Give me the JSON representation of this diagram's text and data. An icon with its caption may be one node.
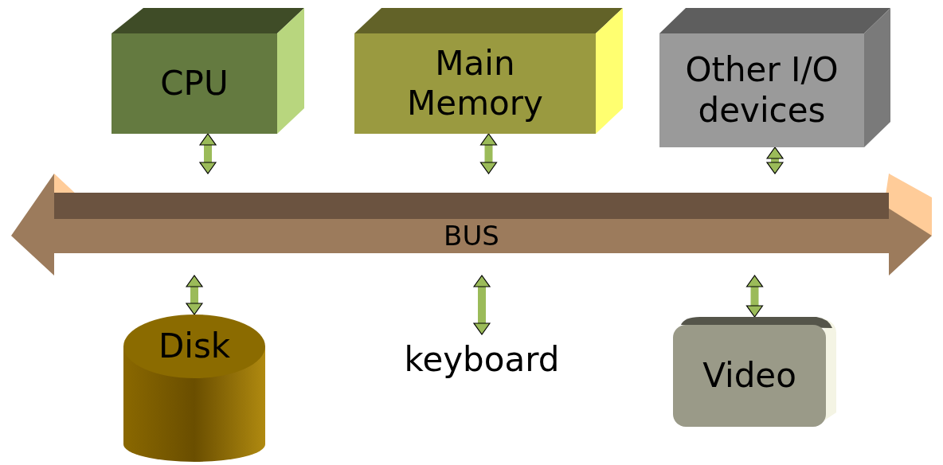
{
  "diagram": {
    "nodes": [
      {
        "text": [
          "CPU"
        ]
      },
      {
        "text": [
          "Main Memory"
        ]
      },
      {
        "text": [
          "Other I/O devices"
        ]
      },
      {
        "text": [
          "BUS"
        ]
      },
      {
        "text": [
          "Disk"
        ]
      },
      {
        "text": [
          "keyboard"
        ]
      },
      {
        "text": [
          "Video"
        ]
      }
    ],
    "edges": [
      {
        "from": 0,
        "to": 3,
        "arrow": "both"
      },
      {
        "from": 1,
        "to": 3,
        "arrow": "both"
      },
      {
        "from": 2,
        "to": 3,
        "arrow": "both"
      },
      {
        "from": 3,
        "to": 4,
        "arrow": "both"
      },
      {
        "from": 3,
        "to": 5,
        "arrow": "both"
      },
      {
        "from": 3,
        "to": 6,
        "arrow": "both"
      }
    ]
  }
}
